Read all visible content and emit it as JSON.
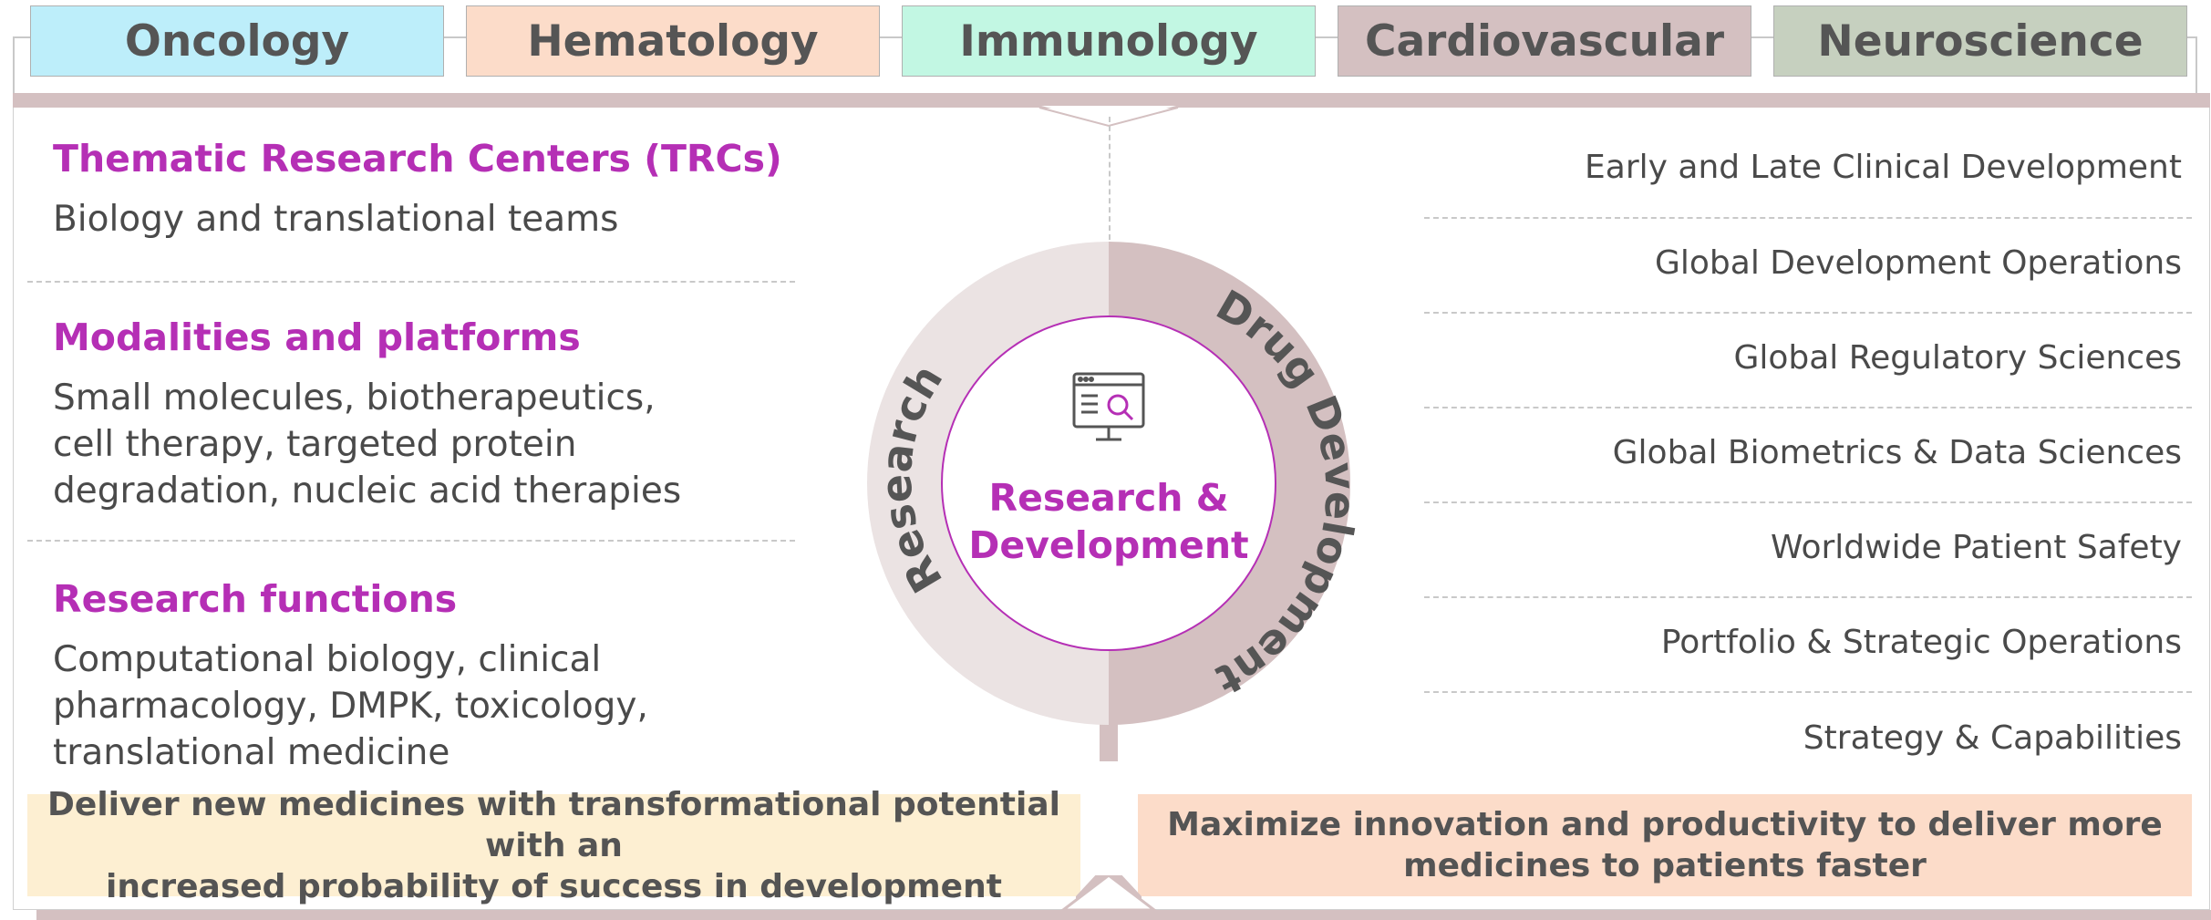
{
  "tabs": [
    {
      "label": "Oncology",
      "color": "#bdeefa"
    },
    {
      "label": "Hematology",
      "color": "#fcdcc9"
    },
    {
      "label": "Immunology",
      "color": "#c2f7e3"
    },
    {
      "label": "Cardiovascular",
      "color": "#d4c0c1"
    },
    {
      "label": "Neuroscience",
      "color": "#c6d0bf"
    }
  ],
  "research": {
    "sections": [
      {
        "heading": "Thematic Research Centers (TRCs)",
        "lines": [
          "Biology and translational teams"
        ]
      },
      {
        "heading": "Modalities and platforms",
        "lines": [
          "Small molecules, biotherapeutics,",
          "cell therapy, targeted protein",
          "degradation, nucleic acid therapies"
        ]
      },
      {
        "heading": "Research functions",
        "lines": [
          "Computational biology, clinical",
          "pharmacology, DMPK, toxicology,",
          "translational medicine"
        ]
      }
    ]
  },
  "center": {
    "left_arc_label": "Research",
    "right_arc_label": "Drug Development",
    "title_line1": "Research &",
    "title_line2": "Development",
    "icon": "monitor-search-icon"
  },
  "drug_development": {
    "items": [
      "Early and Late Clinical Development",
      "Global Development Operations",
      "Global Regulatory Sciences",
      "Global Biometrics & Data Sciences",
      "Worldwide Patient Safety",
      "Portfolio & Strategic Operations",
      "Strategy & Capabilities"
    ]
  },
  "banners": {
    "left": {
      "line1": "Deliver new medicines with transformational potential with an",
      "line2": "increased probability of success in development",
      "color": "#fdefd2"
    },
    "right": {
      "line1": "Maximize innovation and productivity to deliver more",
      "line2": "medicines to patients faster",
      "color": "#fcdcc9"
    }
  },
  "colors": {
    "accent": "#b52fb5",
    "text": "#4a4a4a",
    "research_arc": "#ebe3e3",
    "drug_dev_arc": "#d4c0c1",
    "bar": "#d4c0c1"
  }
}
